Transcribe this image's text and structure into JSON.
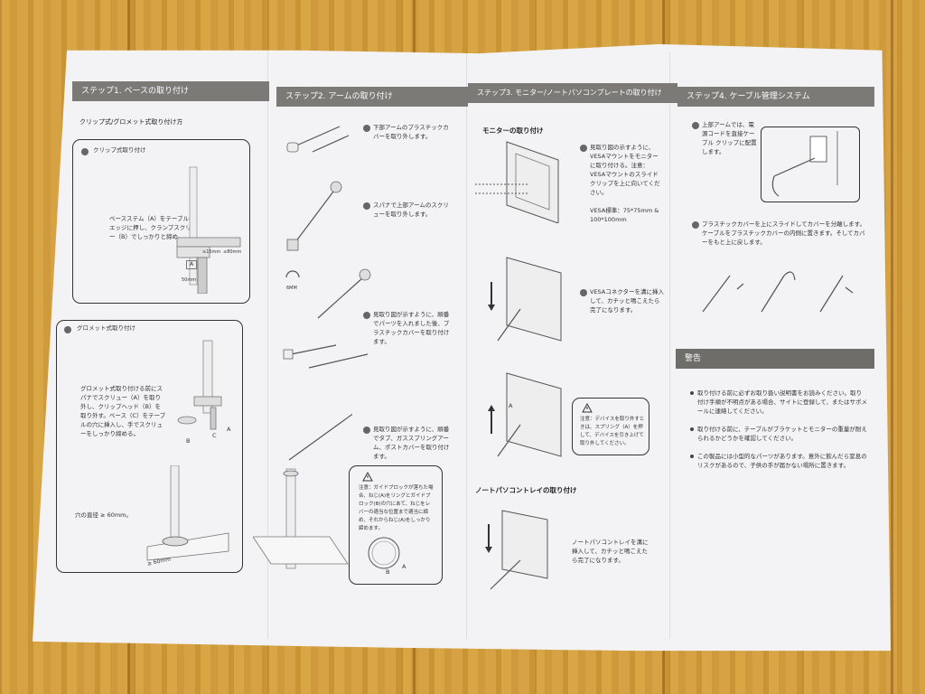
{
  "col1": {
    "header": "ステップ1. ベースの取り付け",
    "subtitle": "クリップ式/グロメット式取り付け方",
    "clip_title": "クリップ式取り付け",
    "clip_text": "ベースステム（A）をテーブルのエッジに押し、クランプスクリュー（B）でしっかりと締め。",
    "clip_dim_small": "≥15mm",
    "clip_dim_big": "≤80mm",
    "clip_dim_width": "50mm",
    "label_a": "A",
    "grommet_title": "グロメット式取り付け",
    "grommet_text": "グロメット式取り付ける前にスパナでスクリュー（A）を取り外し、クリップヘッド（B）を取り外す。ベース（C）をテーブルの穴に挿入し、手でスクリューをしっかり締める。",
    "label_b": "B",
    "label_c": "C",
    "hole_text": "穴の直径 ≥ 60mm。",
    "hole_dim": "≥ 60mm"
  },
  "col2": {
    "header": "ステップ2. アームの取り付け",
    "step1": "下部アームのプラスチックカバーを取り外します。",
    "step2": "スパナで上部アームのスクリューを取り外します。",
    "wrench_label": "6MM",
    "step3": "見取り図が示すように、順番でパーツを入れました後、プラスチックカバーを取り付けます。",
    "step4": "見取り図が示すように、順番でタブ、ガススプリングアーム、ポストカバーを取り付けます。",
    "note": "注意：ガイドブロックが落ちた場合、ねじ(A)をリングとガイドブロック(B)の穴にあて、ねじをレバーの適当な位置まで適当に締め、それからねじ(A)をしっかり締めます。",
    "label_a": "A",
    "label_b": "B"
  },
  "col3": {
    "header": "ステップ3. モニター/ノートパソコンプレートの取り付け",
    "monitor_sub": "モニターの取り付け",
    "step1": "見取り図の示すように、VESAマウントをモニターに取り付ける。注意：VESAマウントのスライドクリップを上に向いてください。",
    "vesa": "VESA標準：75*75mm & 100*100mm",
    "step2": "VESAコネクターを溝に挿入して、カチッと鳴こえたら完了になります。",
    "note": "注意：デバイスを取り外すときは、スプリング（A）を押して、デバイスを引き上げて取り外してください。",
    "label_a": "A",
    "laptop_sub": "ノートパソコントレイの取り付け",
    "laptop_text": "ノートパソコントレイを溝に挿入して、カチッと鳴こえたら完了になります。"
  },
  "col4": {
    "header": "ステップ4. ケーブル管理システム",
    "step1": "上部アームでは、電源コードを直接ケーブル クリップに配置します。",
    "step2": "プラスチックカバーを上にスライドしてカバーを分離します。ケーブルをプラスチックカバーの内側に置きます。そしてカバーをもと上に戻します。",
    "warning_header": "警告",
    "warnings": [
      "取り付ける前に必ずお取り扱い説明書をお読みください。取り付け手順が不明点がある場合、サイトに登録して、またはサポメールに連絡してください。",
      "取り付ける前に、テーブルがブラケットとモニターの重量が耐えられるかどうかを確認してください。",
      "この製品には小型的なパーツがあります。意外に飲んだら窒息のリスクがあるので、子供の手が届かない場所に置きます。"
    ]
  }
}
